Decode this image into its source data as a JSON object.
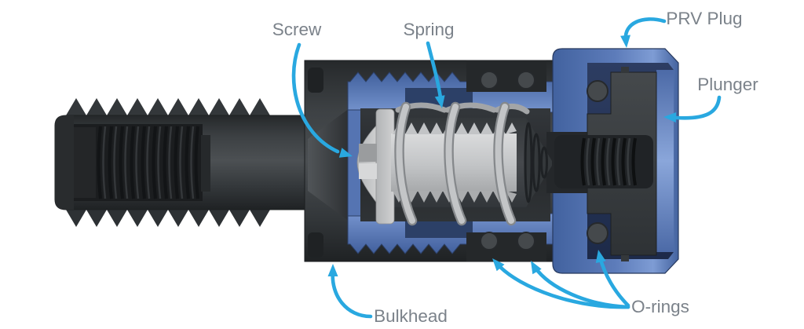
{
  "figure": {
    "callouts": [
      {
        "id": "screw",
        "label": "Screw"
      },
      {
        "id": "spring",
        "label": "Spring"
      },
      {
        "id": "prv_plug",
        "label": "PRV Plug"
      },
      {
        "id": "plunger",
        "label": "Plunger"
      },
      {
        "id": "bulkhead",
        "label": "Bulkhead"
      },
      {
        "id": "o_rings",
        "label": "O-rings"
      }
    ],
    "colors": {
      "background": "#ffffff",
      "arrow": "#29a8e0",
      "label_text": "#7b828a",
      "body_dark": "#35393c",
      "plug_blue": "#5b7ab8",
      "sleeve_blue": "#5574b2",
      "screw_gray": "#c7c9cb",
      "spring_silver": "#b7b9bb",
      "o_ring_dark": "#45494c"
    }
  }
}
